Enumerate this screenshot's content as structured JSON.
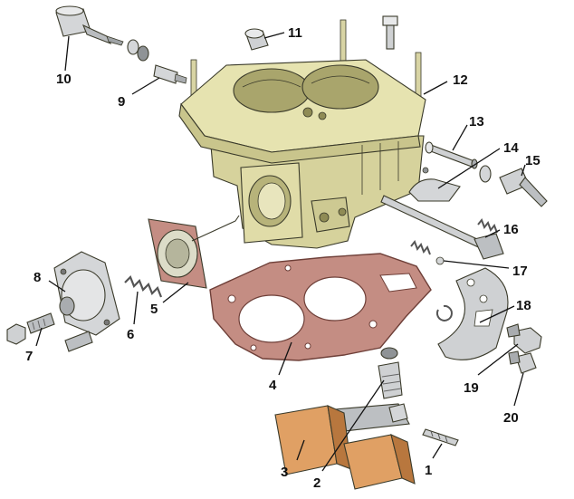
{
  "colors": {
    "housing": "#e6e3b0",
    "housing_shade": "#c9c58c",
    "housing_dark": "#a9a56c",
    "gasket": "#c48d83",
    "gasket_edge": "#6e3f38",
    "metal": "#d4d6d8",
    "metal_dark": "#8f9396",
    "float": "#e0a064",
    "float_shade": "#b8773e",
    "outline": "#3a3a2a",
    "label": "#111111"
  },
  "labels": [
    {
      "id": "1",
      "text": "1"
    },
    {
      "id": "2",
      "text": "2"
    },
    {
      "id": "3",
      "text": "3"
    },
    {
      "id": "4",
      "text": "4"
    },
    {
      "id": "5",
      "text": "5"
    },
    {
      "id": "6",
      "text": "6"
    },
    {
      "id": "7",
      "text": "7"
    },
    {
      "id": "8",
      "text": "8"
    },
    {
      "id": "9",
      "text": "9"
    },
    {
      "id": "10",
      "text": "10"
    },
    {
      "id": "11",
      "text": "11"
    },
    {
      "id": "12",
      "text": "12"
    },
    {
      "id": "13",
      "text": "13"
    },
    {
      "id": "14",
      "text": "14"
    },
    {
      "id": "15",
      "text": "15"
    },
    {
      "id": "16",
      "text": "16"
    },
    {
      "id": "17",
      "text": "17"
    },
    {
      "id": "18",
      "text": "18"
    },
    {
      "id": "19",
      "text": "19"
    },
    {
      "id": "20",
      "text": "20"
    }
  ]
}
